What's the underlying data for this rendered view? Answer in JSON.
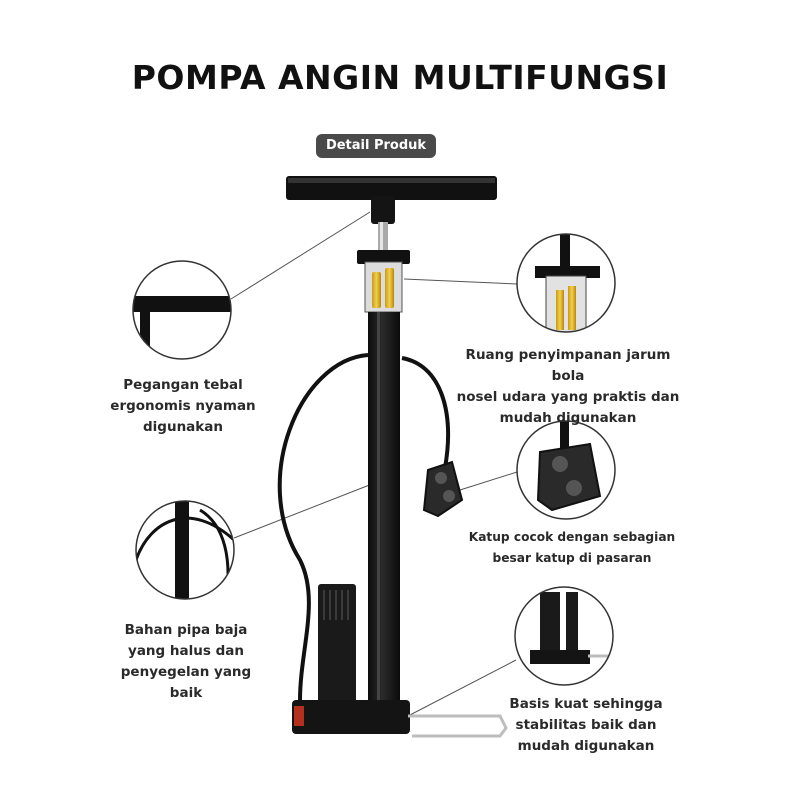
{
  "title": "POMPA ANGIN MULTIFUNGSI",
  "badge": "Detail Produk",
  "features": [
    {
      "lines": [
        "Pegangan tebal",
        "ergonomis nyaman",
        "digunakan"
      ]
    },
    {
      "lines": [
        "Ruang penyimpanan jarum bola",
        "nosel udara yang praktis dan",
        "mudah digunakan"
      ]
    },
    {
      "lines": [
        "Katup cocok dengan sebagian",
        "besar katup di pasaran"
      ]
    },
    {
      "lines": [
        "Bahan pipa baja",
        "yang halus dan",
        "penyegelan yang",
        "baik"
      ]
    },
    {
      "lines": [
        "Basis kuat sehingga",
        "stabilitas baik dan",
        "mudah digunakan"
      ]
    }
  ]
}
